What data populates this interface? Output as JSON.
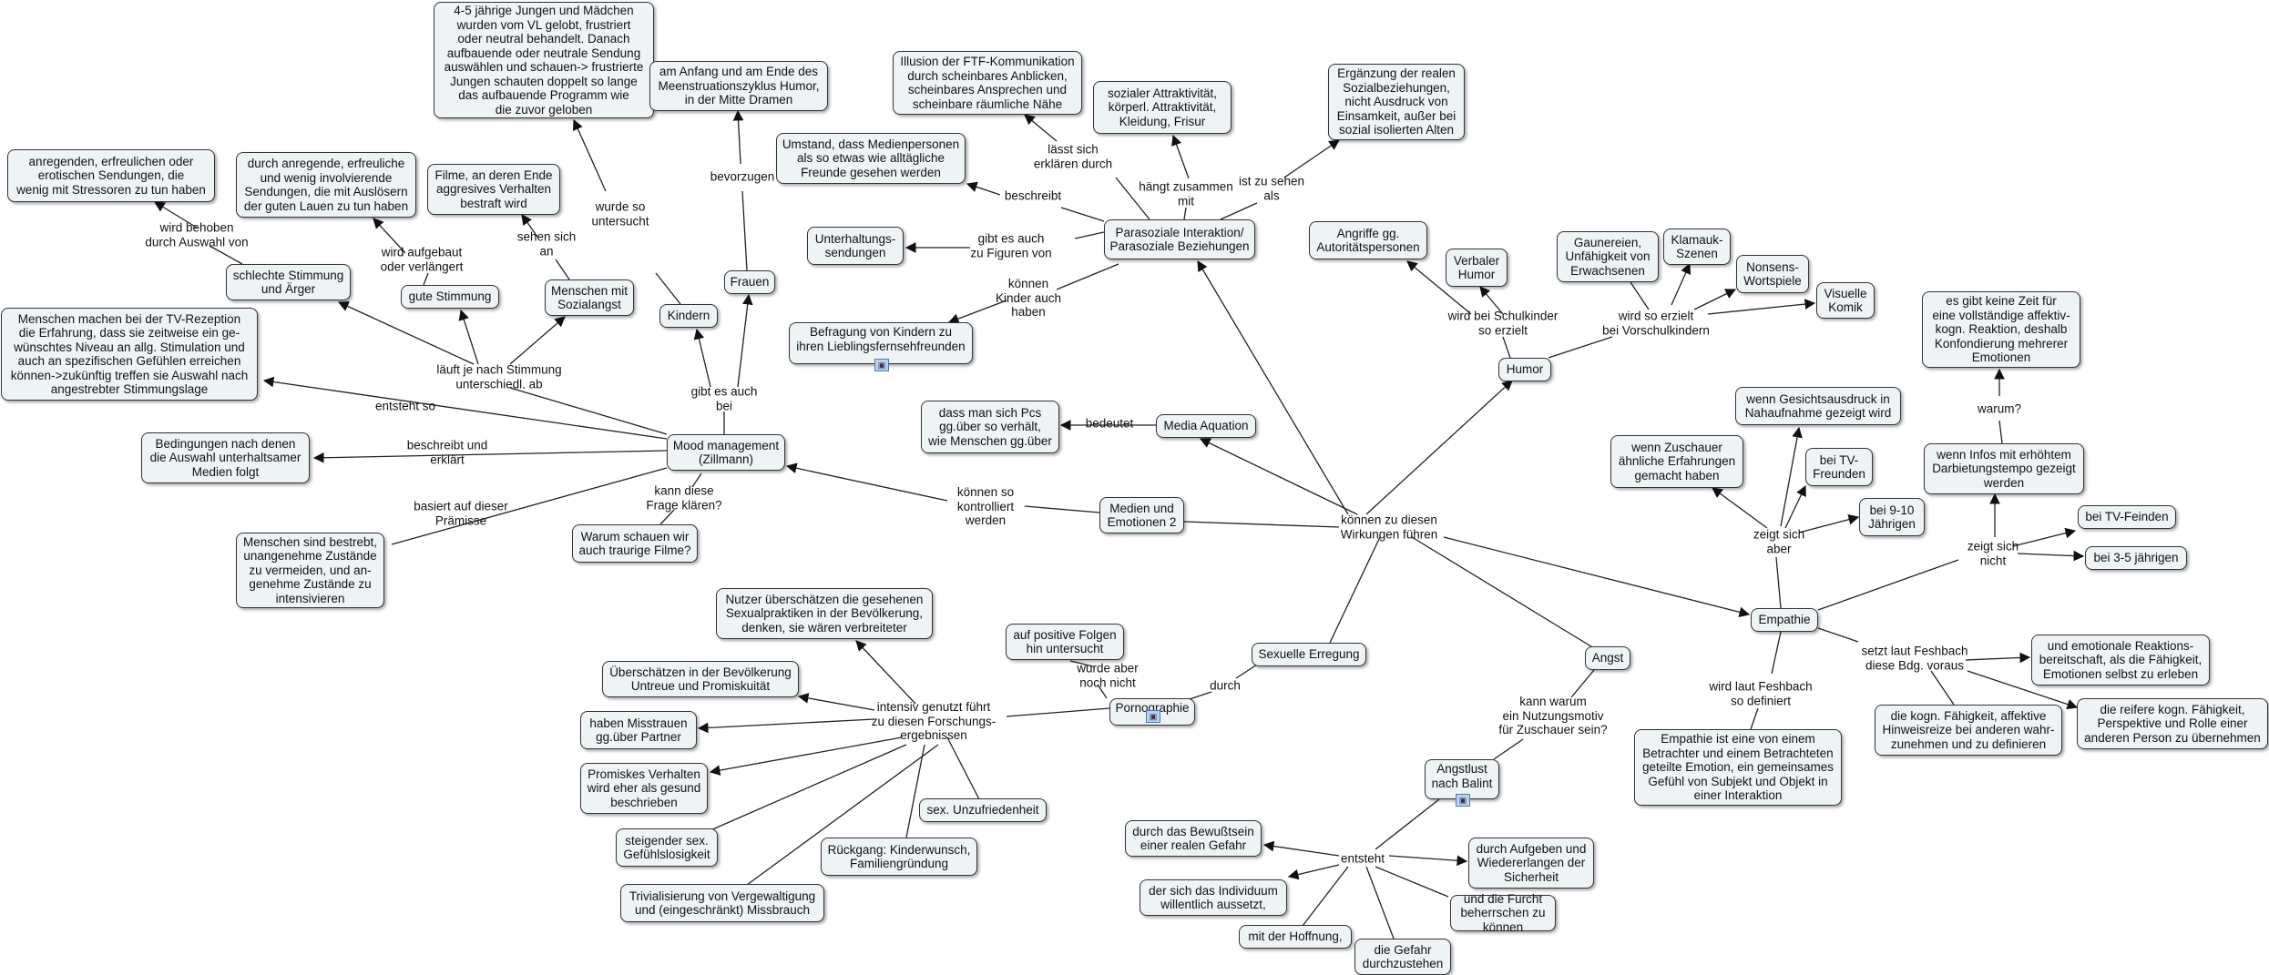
{
  "nodes": {
    "medien2": "Medien und\nEmotionen 2",
    "mood": "Mood management\n(Zillmann)",
    "parasozial": "Parasoziale Interaktion/\nParasoziale Beziehungen",
    "media_aquation": "Media Aquation",
    "humor": "Humor",
    "empathie": "Empathie",
    "angst": "Angst",
    "sex_erregung": "Sexuelle Erregung",
    "pornographie": "Pornographie",
    "jungen": "4-5 jährige Jungen und Mädchen\nwurden vom VL gelobt, frustriert\noder neutral behandelt. Danach\naufbauende oder neutrale Sendung\nauswählen und schauen-> frustrierte\nJungen schauten doppelt so lange\ndas aufbauende Programm wie\ndie zuvor geloben",
    "zyklus": "am Anfang und am Ende des\nMeenstruationszyklus Humor,\nin der Mitte Dramen",
    "kindern": "Kindern",
    "frauen": "Frauen",
    "anregenden": "anregenden, erfreulichen oder\nerotischen Sendungen, die\nwenig mit Stressoren zu tun haben",
    "durch_anregende": "durch anregende, erfreuliche\nund wenig involvierende\nSendungen, die mit Auslösern\nder guten Lauen zu tun haben",
    "filme": "Filme, an deren Ende\naggresives Verhalten\nbestraft wird",
    "schlechte": "schlechte Stimmung\nund Ärger",
    "gute": "gute Stimmung",
    "sozialangst": "Menschen mit\nSozialangst",
    "tv_rezeption": "Menschen machen bei der TV-Rezeption\ndie Erfahrung, dass sie zeitweise ein ge-\nwünschtes Niveau an allg. Stimulation und\nauch an spezifischen Gefühlen erreichen\nkönnen->zukünftig treffen sie Auswahl nach\nangestrebter Stimmungslage",
    "bedingungen": "Bedingungen nach denen\ndie Auswahl unterhaltsamer\nMedien folgt",
    "bestrebt": "Menschen sind bestrebt,\nunangenehme Zustände\nzu vermeiden, und an-\ngenehme Zustände zu\nintensivieren",
    "traurige": "Warum schauen wir\nauch traurige Filme?",
    "ftf": "Illusion der FTF-Kommunikation\ndurch scheinbares Anblicken,\nscheinbares Ansprechen und\nscheinbare räumliche Nähe",
    "attraktiv": "sozialer Attraktivität,\nkörperl. Attraktivität,\nKleidung, Frisur",
    "ergaenzung": "Ergänzung der realen\nSozialbeziehungen,\nnicht Ausdruck von\nEinsamkeit, außer bei\nsozial isolierten Alten",
    "umstand": "Umstand, dass Medienpersonen\nals so etwas wie alltägliche\nFreunde gesehen werden",
    "unterhaltung": "Unterhaltungs-\nsendungen",
    "befragung": "Befragung von Kindern zu\nihren Lieblingsfernsehfreunden",
    "pcs": "dass man sich Pcs\ngg.über so verhält,\nwie Menschen gg.über",
    "autoritaet": "Angriffe gg.\nAutoritätspersonen",
    "verbaler": "Verbaler\nHumor",
    "gaunereien": "Gaunereien,\nUnfähigkeit von\nErwachsenen",
    "klamauk": "Klamauk-\nSzenen",
    "nonsens": "Nonsens-\nWortspiele",
    "visuelle": "Visuelle\nKomik",
    "vollstaendig": "es gibt keine Zeit für\neine vollständige affektiv-\nkogn. Reaktion, deshalb\nKonfondierung mehrerer\nEmotionen",
    "gesicht": "wenn Gesichtsausdruck in\nNahaufnahme gezeigt wird",
    "zuschauer_erf": "wenn Zuschauer\nähnliche Erfahrungen\ngemacht haben",
    "tv_freunden": "bei TV-\nFreunden",
    "infos": "wenn Infos mit erhöhtem\nDarbietungstempo gezeigt\nwerden",
    "neun_zehn": "bei 9-10\nJährigen",
    "tv_feinden": "bei TV-Feinden",
    "drei_fuenf": "bei 3-5 jährigen",
    "emotionale": "und emotionale Reaktions-\nbereitschaft, als die Fähigkeit,\nEmotionen selbst zu erleben",
    "kogn": "die kogn. Fähigkeit, affektive\nHinweisreize bei anderen wahr-\nzunehmen und zu definieren",
    "reifere": "die reifere kogn. Fähigkeit,\nPerspektive und Rolle einer\nanderen Person zu übernehmen",
    "empathie_def": "Empathie ist eine von einem\nBetrachter und einem Betrachteten\ngeteilte Emotion, ein gemeinsames\nGefühl von Subjekt und Objekt in\neiner Interaktion",
    "angstlust": "Angstlust\nnach Balint",
    "bewusstsein": "durch das Bewußtsein\neiner realen Gefahr",
    "aufgeben": "durch Aufgeben und\nWiedererlangen der\nSicherheit",
    "individuum": "der sich das Individuum\nwillentlich aussetzt,",
    "furcht": "und die Furcht\nbeherrschen zu können",
    "hoffnung": "mit der Hoffnung,",
    "gefahr": "die Gefahr\ndurchzustehen",
    "positive": "auf positive Folgen\nhin untersucht",
    "ueberschaetzen_sex": "Nutzer überschätzen die gesehenen\nSexualpraktiken in der Bevölkerung,\ndenken, sie wären verbreiteter",
    "untreue": "Überschätzen in der Bevölkerung\nUntreue und Promiskuität",
    "misstrauen": "haben Misstrauen\ngg.über Partner",
    "promiskes": "Promiskes Verhalten\nwird eher als gesund\nbeschrieben",
    "unzufriedenheit": "sex. Unzufriedenheit",
    "gefuehllos": "steigender sex.\nGefühlslosigkeit",
    "rueckgang": "Rückgang: Kinderwunsch,\nFamiliengründung",
    "trivial": "Trivialisierung von Vergewaltigung\nund (eingeschränkt) Missbrauch"
  },
  "labels": {
    "koennen_wirkungen": "können zu diesen\nWirkungen führen",
    "koennen_kontrolliert": "können so\nkontrolliert\nwerden",
    "bedeutet": "bedeutet",
    "durch": "durch",
    "kann_warum": "kann warum\nein Nutzungsmotiv\nfür Zuschauer sein?",
    "gibt_bei": "gibt es auch\nbei",
    "wurde_untersucht": "wurde so\nuntersucht",
    "bevorzugen": "bevorzugen",
    "laeuft": "läuft je nach Stimmung\nunterschiedl. ab",
    "wird_behoben": "wird behoben\ndurch Auswahl von",
    "wird_aufgebaut": "wird aufgebaut\noder verlängert",
    "sehen_sich": "sehen sich\nan",
    "entsteht_so": "entsteht so",
    "beschreibt_erklaert": "beschreibt und\nerklärt",
    "basiert": "basiert auf dieser\nPrämisse",
    "kann_frage": "kann diese\nFrage klären?",
    "laesst": "lässt sich\nerklären durch",
    "haengt": "hängt zusammen\nmit",
    "ist_als": "ist zu sehen\nals",
    "beschreibt": "beschreibt",
    "gibt_figuren": "gibt es auch\nzu Figuren von",
    "kinder_haben": "können\nKinder auch\nhaben",
    "schulkinder": "wird bei Schulkinder\nso erzielt",
    "vorschulkinder": "wird so erzielt\nbei Vorschulkindern",
    "warum": "warum?",
    "zeigt_aber": "zeigt sich\naber",
    "zeigt_nicht": "zeigt sich\nnicht",
    "fesbach_voraus": "setzt laut Feshbach\ndiese Bdg. voraus",
    "fesbach_def": "wird laut Feshbach\nso definiert",
    "entsteht": "entsteht",
    "wurde_aber": "wurde aber\nnoch nicht",
    "intensiv": "intensiv genutzt führt\nzu diesen Forschungs-\nergebnissen"
  }
}
